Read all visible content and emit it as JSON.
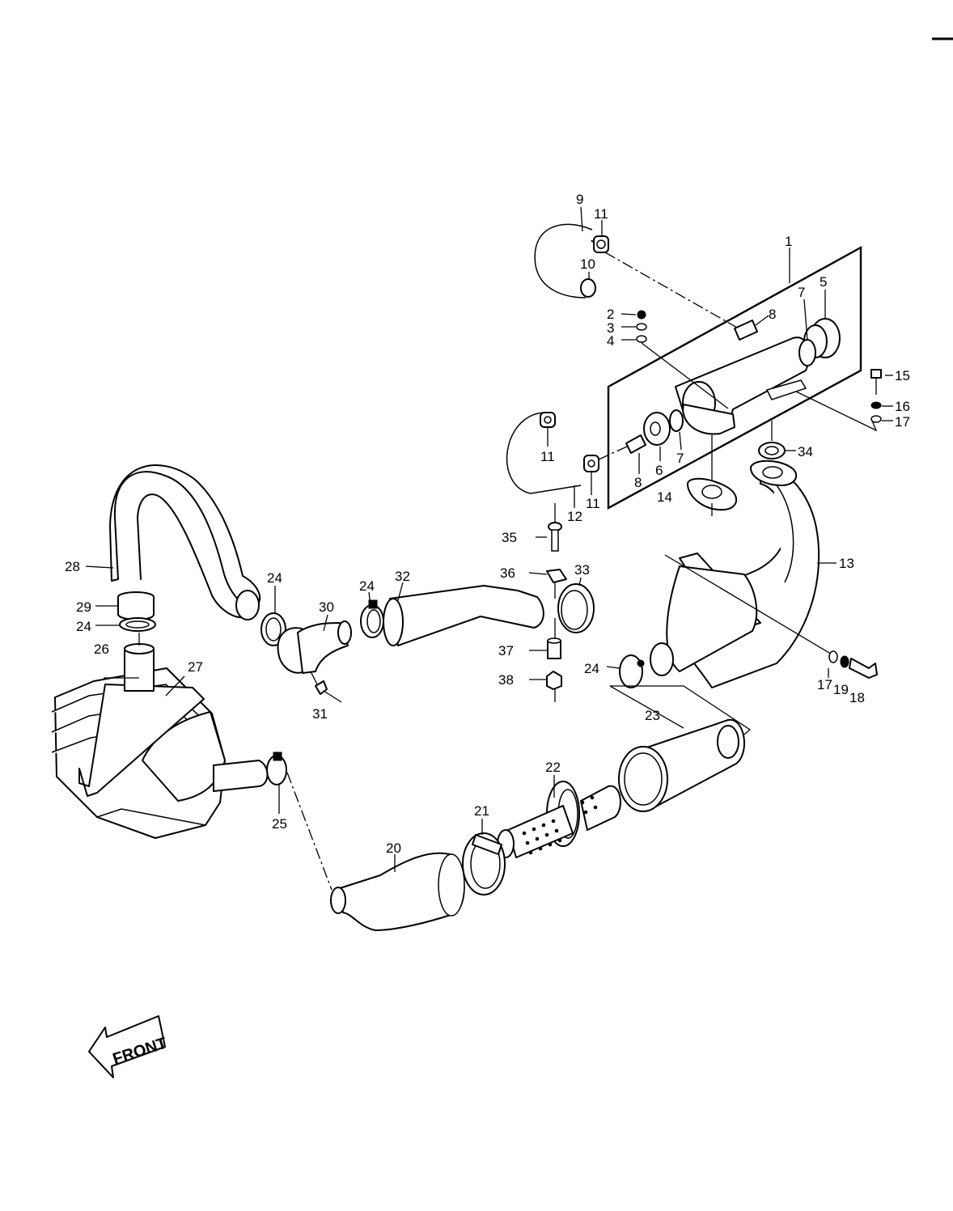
{
  "diagram": {
    "callouts": [
      "1",
      "2",
      "3",
      "4",
      "5",
      "6",
      "7",
      "7",
      "8",
      "8",
      "9",
      "10",
      "11",
      "11",
      "11",
      "12",
      "13",
      "14",
      "15",
      "16",
      "17",
      "17",
      "18",
      "19",
      "20",
      "21",
      "22",
      "23",
      "24",
      "24",
      "24",
      "24",
      "25",
      "26",
      "27",
      "28",
      "29",
      "30",
      "31",
      "32",
      "33",
      "34",
      "35",
      "36",
      "37",
      "38"
    ],
    "front_label": "FRONT"
  }
}
